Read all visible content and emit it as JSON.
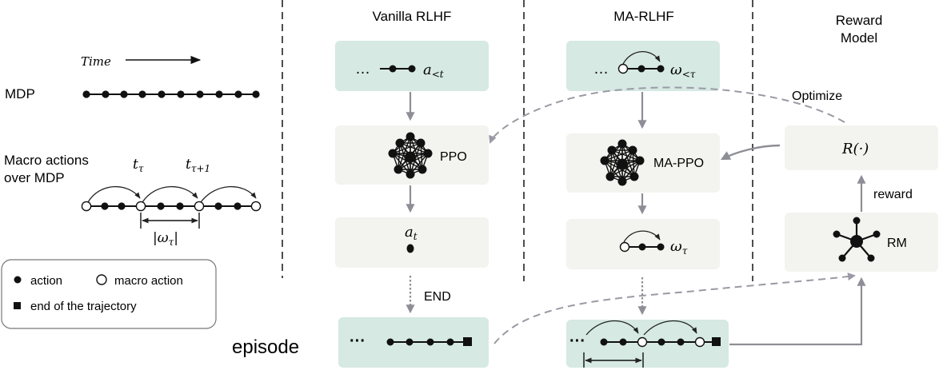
{
  "left_panel": {
    "time_label": "Time",
    "mdp_label": "MDP",
    "macro_label_line1": "Macro actions",
    "macro_label_line2": "over MDP",
    "t_tau": "t",
    "t_tau_sub": "τ",
    "t_tau1": "t",
    "t_tau1_sub": "τ+1",
    "omega_len": "|ω",
    "omega_len_sub": "τ",
    "omega_len_close": "|"
  },
  "legend": {
    "action": "action",
    "macro_action": "macro action",
    "end": "end of the trajectory"
  },
  "columns": {
    "vanilla_title": "Vanilla RLHF",
    "ma_title": "MA-RLHF",
    "reward_title_line1": "Reward",
    "reward_title_line2": "Model"
  },
  "vanilla": {
    "history_dots": "…",
    "history_symbol": "a",
    "history_sub": "<t",
    "policy_label": "PPO",
    "output_symbol": "a",
    "output_sub": "t",
    "end_label": "END",
    "episode_dots": "···"
  },
  "ma": {
    "history_dots": "…",
    "history_symbol": "ω",
    "history_sub": "<τ",
    "policy_label": "MA-PPO",
    "output_symbol": "ω",
    "output_sub": "τ",
    "episode_dots": "···"
  },
  "reward": {
    "optimize_label": "Optimize",
    "function_label": "R(·)",
    "reward_label": "reward",
    "rm_label": "RM"
  },
  "episode_label": "episode",
  "colors": {
    "teal_box": "#d6e9e3",
    "grey_box": "#f3f4ef",
    "arrow_grey": "#8e8e96",
    "dash_grey": "#9a9aa4"
  }
}
